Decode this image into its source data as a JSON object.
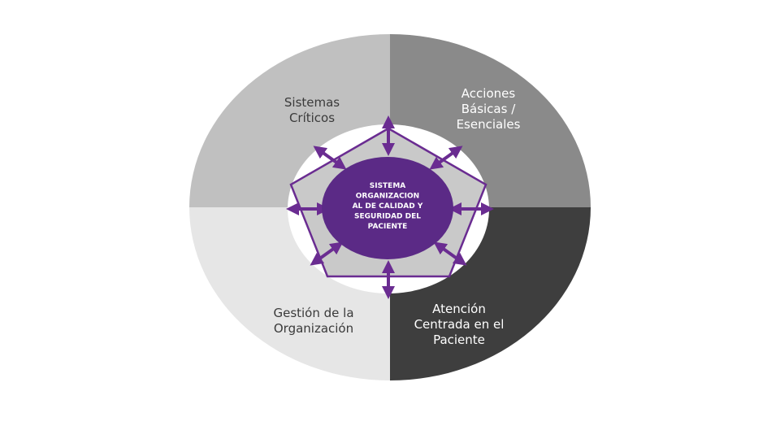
{
  "quadrants": [
    {
      "id": "top-left",
      "lines": [
        "Sistemas",
        "Críticos"
      ],
      "fill": "#c0c0c0",
      "text_color": "#3a3a3a"
    },
    {
      "id": "top-right",
      "lines": [
        "Acciones",
        "Básicas /",
        "Esenciales"
      ],
      "fill": "#8a8a8a",
      "text_color": "#ffffff"
    },
    {
      "id": "bottom-left",
      "lines": [
        "Gestión de la",
        "Organización"
      ],
      "fill": "#e6e6e6",
      "text_color": "#3a3a3a"
    },
    {
      "id": "bottom-right",
      "lines": [
        "Atención",
        "Centrada en el",
        "Paciente"
      ],
      "fill": "#3e3e3e",
      "text_color": "#ffffff"
    }
  ],
  "center": {
    "lines": [
      "SISTEMA",
      "ORGANIZACION",
      "AL DE CALIDAD Y",
      "SEGURIDAD DEL",
      "PACIENTE"
    ],
    "fill": "#5b2a86",
    "text_color": "#ffffff"
  },
  "pentagon": {
    "fill": "#c9c9c9",
    "stroke": "#6a2c91"
  },
  "arrow_color": "#6a2c91",
  "inner_ring_fill": "#ffffff"
}
